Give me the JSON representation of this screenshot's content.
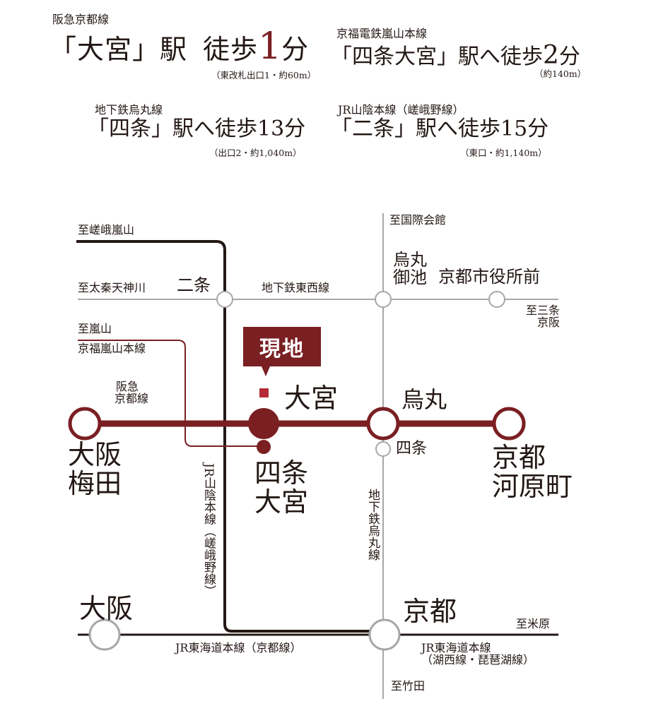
{
  "header": {
    "block1": {
      "line": "阪急京都線",
      "open": "「",
      "station": "大宮",
      "close": "」駅",
      "walk": "徒歩",
      "minutes": "1",
      "unit": "分",
      "note": "（東改札出口1・約60m）"
    },
    "block2": {
      "line": "京福電鉄嵐山本線",
      "main": "「四条大宮」駅へ徒歩",
      "minutes": "2",
      "unit": "分",
      "note": "（約140m）"
    },
    "block3": {
      "line": "地下鉄烏丸線",
      "main": "「四条」駅へ徒歩13分",
      "note": "（出口2・約1,040m）"
    },
    "block4": {
      "line": "JR山陰本線（嵯峨野線）",
      "main": "「二条」駅へ徒歩15分",
      "note": "（東口・約1,140m）"
    }
  },
  "map": {
    "labels": {
      "to_sagaarashiyama": "至嵯峨嵐山",
      "to_kokusaikaikan": "至国際会館",
      "to_uzumasa": "至太秦天神川",
      "nijo": "二条",
      "tozai_line": "地下鉄東西線",
      "karasuma_oike_1": "烏丸",
      "karasuma_oike_2": "御池",
      "shiyakusho": "京都市役所前",
      "to_sanjo_keihan_1": "至三条",
      "to_sanjo_keihan_2": "京阪",
      "to_arashiyama": "至嵐山",
      "keifuku_line": "京福嵐山本線",
      "genchi": "現地",
      "hankyu_line_1": "阪急",
      "hankyu_line_2": "京都線",
      "omiya": "大宮",
      "karasuma": "烏丸",
      "shijo": "四条",
      "osaka_umeda_1": "大阪",
      "osaka_umeda_2": "梅田",
      "shijo_omiya_1": "四条",
      "shijo_omiya_2": "大宮",
      "kawaramachi_1": "京都",
      "kawaramachi_2": "河原町",
      "sanin_line": "JR山陰本線（嵯峨野線）",
      "karasuma_line": "地下鉄烏丸線",
      "osaka": "大阪",
      "kyoto": "京都",
      "to_maibara": "至米原",
      "tokaido_kyoto": "JR東海道本線（京都線）",
      "tokaido_kosei_1": "JR東海道本線",
      "tokaido_kosei_2": "（湖西線・琵琶湖線）",
      "to_takeda": "至竹田"
    },
    "colors": {
      "accent": "#7a1f22",
      "dark": "#231815",
      "gray": "#a7a7a7",
      "marker": "#b42a34"
    }
  }
}
